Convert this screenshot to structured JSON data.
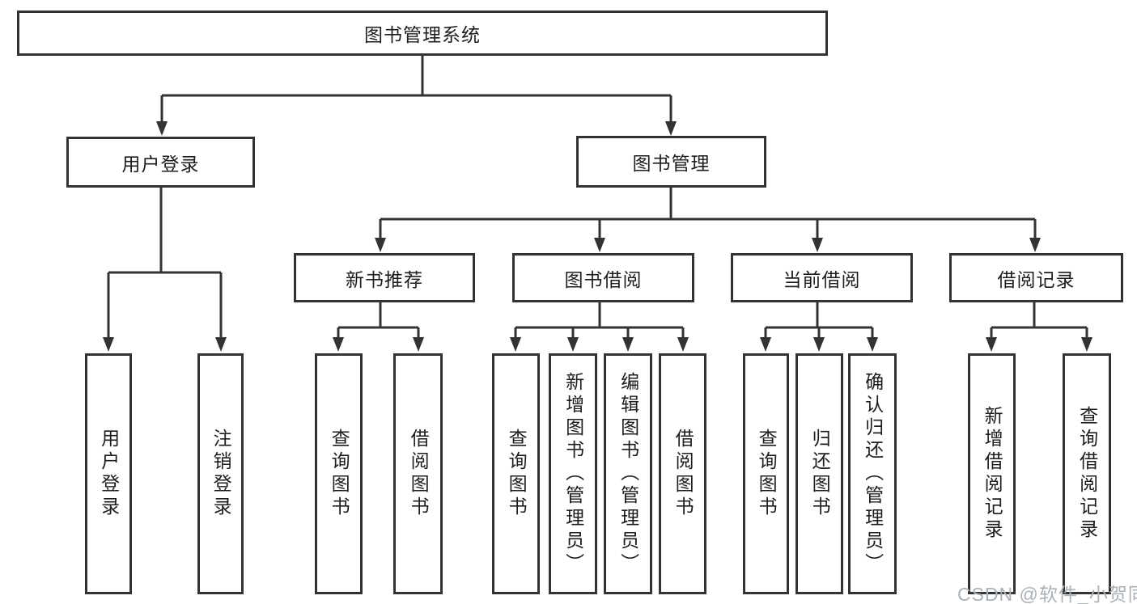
{
  "nodes": {
    "root": "图书管理系统",
    "user_login": "用户登录",
    "book_mgmt": "图书管理",
    "new_book_rec": "新书推荐",
    "book_borrow": "图书借阅",
    "current_borrow": "当前借阅",
    "borrow_record": "借阅记录",
    "ul_user_login": "用户登录",
    "ul_logout": "注销登录",
    "nb_query_book": "查询图书",
    "nb_borrow_book": "借阅图书",
    "bb_query_book": "查询图书",
    "bb_add_book": "新增图书（管理员）",
    "bb_edit_book": "编辑图书（管理员）",
    "bb_borrow_book": "借阅图书",
    "cb_query_book": "查询图书",
    "cb_return_book": "归还图书",
    "cb_confirm_return": "确认归还（管理员）",
    "br_add_record": "新增借阅记录",
    "br_query_record": "查询借阅记录"
  },
  "watermark": "CSDN @软件_小贺同学",
  "colors": {
    "line": "#333333",
    "text": "#1d1d1f",
    "watermark": "#aab1b7",
    "background": "#ffffff"
  }
}
